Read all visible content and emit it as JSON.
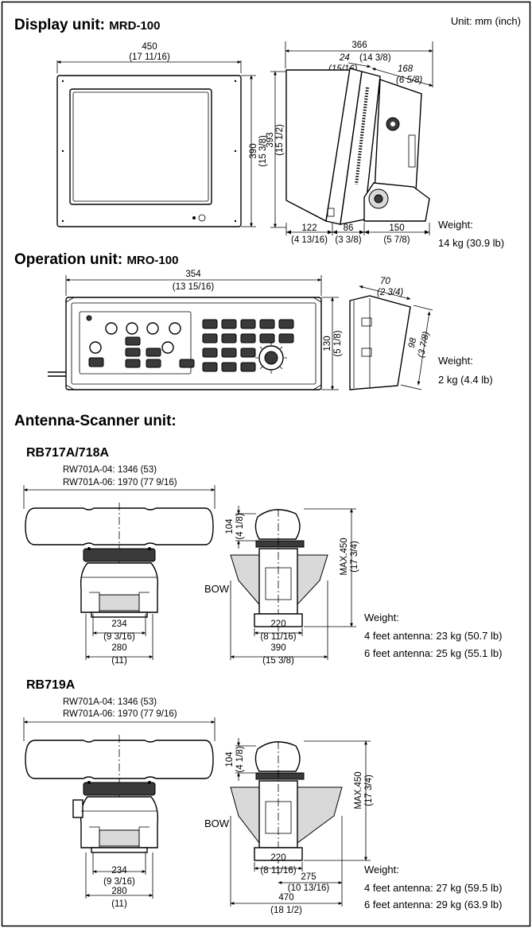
{
  "unit_note": "Unit: mm (inch)",
  "display": {
    "heading_prefix": "Display unit: ",
    "model": "MRD-100",
    "width_mm": "450",
    "width_in": "(17 11/16)",
    "height1_mm": "390",
    "height1_in": "(15 3/8)",
    "height2_mm": "393",
    "height2_in": "(15 1/2)",
    "depth_mm": "366",
    "depth_in": "(14 3/8)",
    "top_mm": "24",
    "top_in": "(15/16)",
    "back_mm": "168",
    "back_in": "(6 5/8)",
    "b1_mm": "122",
    "b1_in": "(4 13/16)",
    "b2_mm": "86",
    "b2_in": "(3 3/8)",
    "b3_mm": "150",
    "b3_in": "(5 7/8)",
    "weight_label": "Weight:",
    "weight": "14 kg (30.9 lb)"
  },
  "operation": {
    "heading_prefix": "Operation unit: ",
    "model": "MRO-100",
    "width_mm": "354",
    "width_in": "(13 15/16)",
    "height_mm": "130",
    "height_in": "(5 1/8)",
    "top_mm": "70",
    "top_in": "(2 3/4)",
    "side_mm": "98",
    "side_in": "(3 7/8)",
    "weight_label": "Weight:",
    "weight": "2 kg (4.4 lb)"
  },
  "antenna": {
    "heading": "Antenna-Scanner unit:",
    "rw04": "RW701A-04: 1346 (53)",
    "rw06": "RW701A-06: 1970 (77 9/16)",
    "bow": "BOW",
    "h104_mm": "104",
    "h104_in": "(4 1/8)",
    "max_mm": "MAX.450",
    "max_in": "(17 3/4)",
    "d234_mm": "234",
    "d234_in": "(9 3/16)",
    "d280_mm": "280",
    "d280_in": "(11)",
    "d220_mm": "220",
    "d220_in": "(8 11/16)",
    "weight_label": "Weight:",
    "models": [
      {
        "name": "RB717A/718A",
        "w_mm": "390",
        "w_in": "(15 3/8)",
        "weight4": "4 feet antenna: 23 kg (50.7 lb)",
        "weight6": "6 feet antenna: 25 kg (55.1 lb)"
      },
      {
        "name": "RB719A",
        "w_mm": "470",
        "w_in": "(18 1/2)",
        "d275_mm": "275",
        "d275_in": "(10 13/16)",
        "weight4": "4 feet antenna: 27 kg (59.5 lb)",
        "weight6": "6 feet antenna: 29 kg (63.9 lb)"
      }
    ]
  }
}
